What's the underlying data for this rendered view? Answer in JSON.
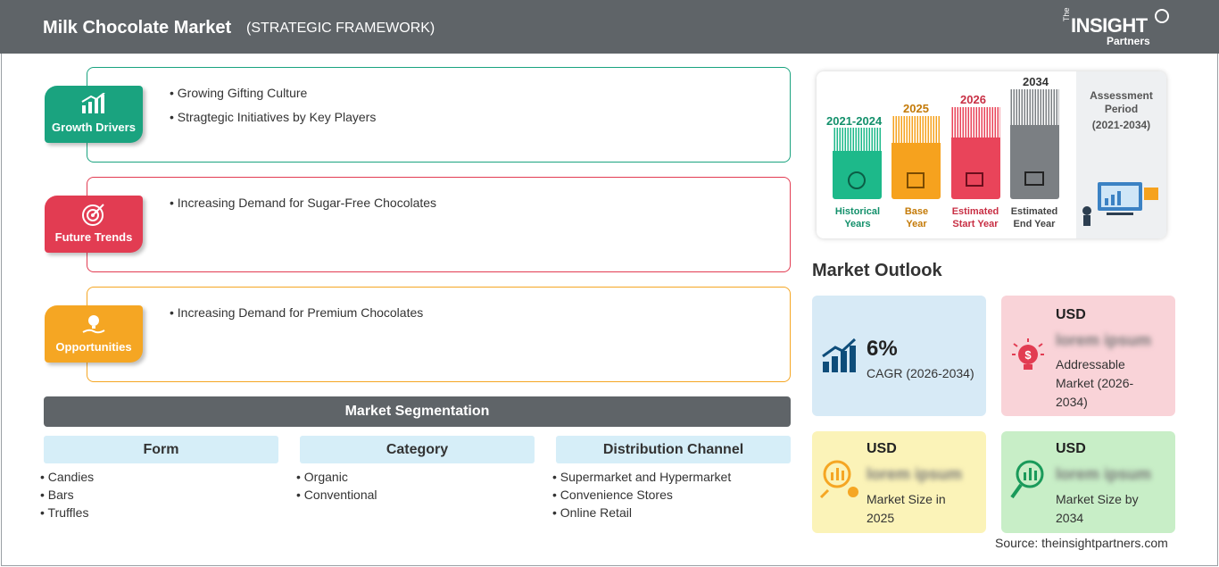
{
  "header": {
    "title": "Milk Chocolate Market",
    "subtitle": "(STRATEGIC FRAMEWORK)",
    "logo": {
      "the": "The",
      "insight": "INSIGHT",
      "partners": "Partners"
    }
  },
  "framework": {
    "growth_drivers": {
      "label": "Growth Drivers",
      "color": "#1aa37f",
      "items": [
        "Growing Gifting Culture",
        "Stragtegic Initiatives by Key Players"
      ]
    },
    "future_trends": {
      "label": "Future Trends",
      "color": "#e23c52",
      "items": [
        "Increasing Demand for Sugar-Free Chocolates"
      ]
    },
    "opportunities": {
      "label": "Opportunities",
      "color": "#f5a623",
      "items": [
        "Increasing Demand for Premium Chocolates"
      ]
    }
  },
  "segmentation": {
    "title": "Market Segmentation",
    "columns": [
      {
        "heading": "Form",
        "items": [
          "Candies",
          "Bars",
          "Truffles"
        ]
      },
      {
        "heading": "Category",
        "items": [
          "Organic",
          "Conventional"
        ]
      },
      {
        "heading": "Distribution Channel",
        "items": [
          "Supermarket and Hypermarket",
          "Convenience Stores",
          "Online Retail"
        ]
      }
    ]
  },
  "assessment": {
    "bars": [
      {
        "year": "2021-2024",
        "caption_1": "Historical",
        "caption_2": "Years",
        "color": "#1db98a",
        "text_color": "#13906b"
      },
      {
        "year": "2025",
        "caption_1": "Base",
        "caption_2": "Year",
        "color": "#f6a21e",
        "text_color": "#c47a07"
      },
      {
        "year": "2026",
        "caption_1": "Estimated",
        "caption_2": "Start Year",
        "color": "#e9445a",
        "text_color": "#c82f44"
      },
      {
        "year": "2034",
        "caption_1": "Estimated",
        "caption_2": "End Year",
        "color": "#7b7f83",
        "text_color": "#444444"
      }
    ],
    "period_label_1": "Assessment",
    "period_label_2": "Period",
    "period_range": "(2021-2034)"
  },
  "outlook": {
    "title": "Market Outlook",
    "cagr": {
      "value": "6%",
      "label": "CAGR (2026-2034)",
      "bg": "#d7eaf6"
    },
    "addressable": {
      "currency": "USD",
      "value": "lorem ipsum",
      "label_1": "Addressable",
      "label_2": "Market (2026-",
      "label_3": "2034)",
      "bg": "#f9d3d8"
    },
    "size_2025": {
      "currency": "USD",
      "value": "lorem ipsum",
      "label_1": "Market Size in",
      "label_2": "2025",
      "bg": "#fbf3b8"
    },
    "size_2034": {
      "currency": "USD",
      "value": "lorem ipsum",
      "label_1": "Market Size by",
      "label_2": "2034",
      "bg": "#c8eec7"
    }
  },
  "source": "Source: theinsightpartners.com"
}
